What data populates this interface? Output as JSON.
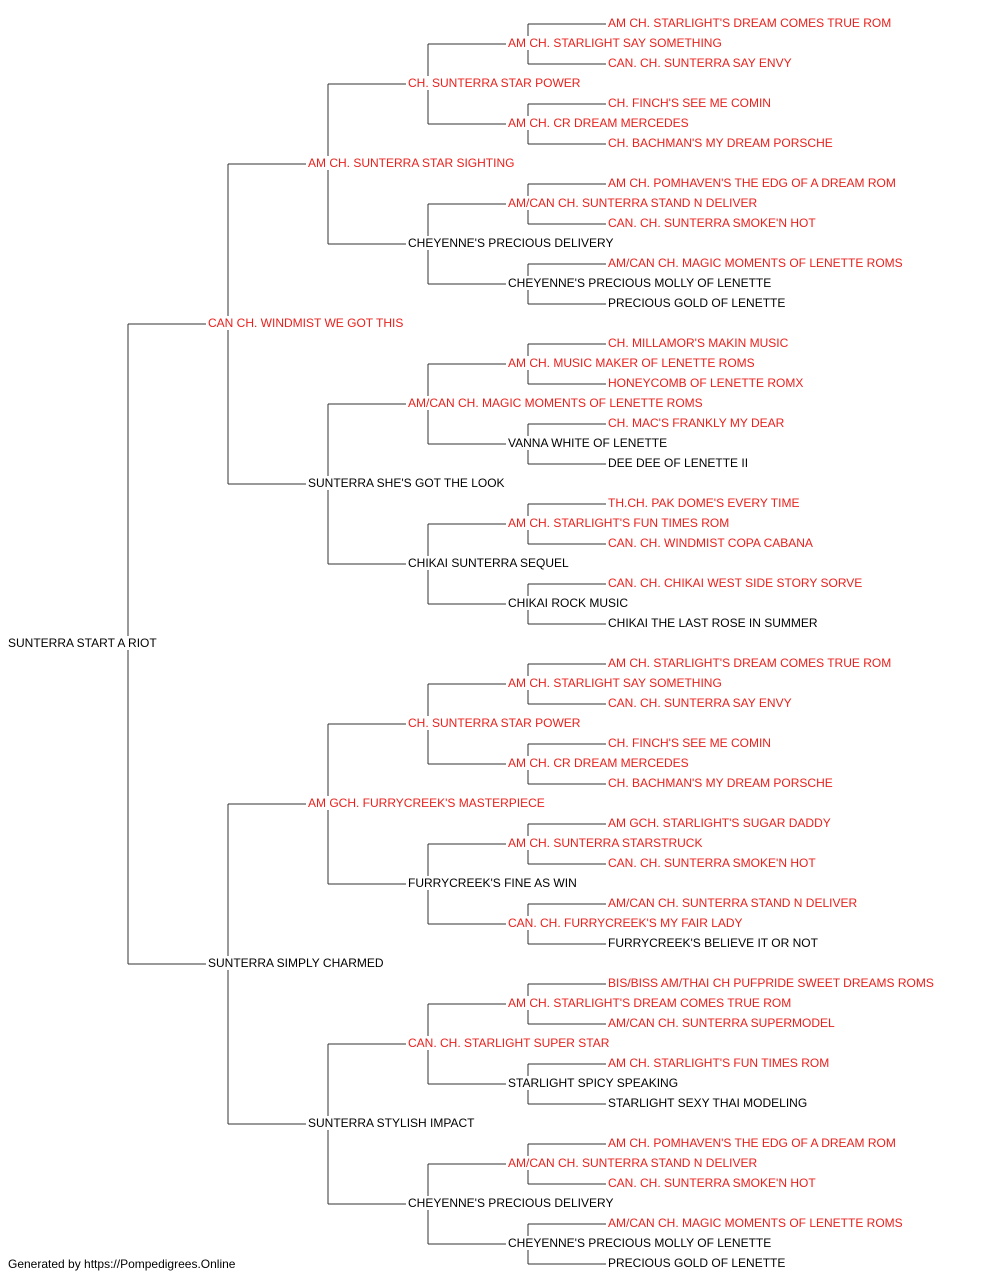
{
  "colors": {
    "champion": "#e8211d",
    "regular": "#000000",
    "line": "#333333"
  },
  "pedigree": {
    "name": "SUNTERRA START A RIOT",
    "ch": false,
    "sire": {
      "name": "CAN CH. WINDMIST WE GOT THIS",
      "ch": true,
      "sire": {
        "name": "AM CH. SUNTERRA STAR SIGHTING",
        "ch": true,
        "sire": {
          "name": "CH. SUNTERRA STAR POWER",
          "ch": true,
          "sire": {
            "name": "AM CH. STARLIGHT SAY SOMETHING",
            "ch": true,
            "sire": {
              "name": "AM CH. STARLIGHT'S DREAM COMES TRUE ROM",
              "ch": true
            },
            "dam": {
              "name": "CAN. CH. SUNTERRA SAY ENVY",
              "ch": true
            }
          },
          "dam": {
            "name": "AM CH. CR DREAM MERCEDES",
            "ch": true,
            "sire": {
              "name": "CH. FINCH'S SEE ME COMIN",
              "ch": true
            },
            "dam": {
              "name": "CH. BACHMAN'S MY DREAM PORSCHE",
              "ch": true
            }
          }
        },
        "dam": {
          "name": "CHEYENNE'S PRECIOUS DELIVERY",
          "ch": false,
          "sire": {
            "name": "AM/CAN CH. SUNTERRA STAND N DELIVER",
            "ch": true,
            "sire": {
              "name": "AM CH. POMHAVEN'S THE EDG OF A DREAM ROM",
              "ch": true
            },
            "dam": {
              "name": "CAN. CH. SUNTERRA SMOKE'N HOT",
              "ch": true
            }
          },
          "dam": {
            "name": "CHEYENNE'S PRECIOUS MOLLY OF LENETTE",
            "ch": false,
            "sire": {
              "name": "AM/CAN CH. MAGIC MOMENTS OF LENETTE ROMS",
              "ch": true
            },
            "dam": {
              "name": "PRECIOUS GOLD OF LENETTE",
              "ch": false
            }
          }
        }
      },
      "dam": {
        "name": "SUNTERRA SHE'S GOT THE LOOK",
        "ch": false,
        "sire": {
          "name": "AM/CAN CH. MAGIC MOMENTS OF LENETTE ROMS",
          "ch": true,
          "sire": {
            "name": "AM CH. MUSIC MAKER OF LENETTE ROMS",
            "ch": true,
            "sire": {
              "name": "CH. MILLAMOR'S MAKIN MUSIC",
              "ch": true
            },
            "dam": {
              "name": "HONEYCOMB OF LENETTE ROMX",
              "ch": true
            }
          },
          "dam": {
            "name": "VANNA WHITE OF LENETTE",
            "ch": false,
            "sire": {
              "name": "CH. MAC'S FRANKLY MY DEAR",
              "ch": true
            },
            "dam": {
              "name": "DEE DEE OF LENETTE II",
              "ch": false
            }
          }
        },
        "dam": {
          "name": "CHIKAI SUNTERRA SEQUEL",
          "ch": false,
          "sire": {
            "name": "AM CH. STARLIGHT'S FUN TIMES ROM",
            "ch": true,
            "sire": {
              "name": "TH.CH. PAK DOME'S EVERY TIME",
              "ch": true
            },
            "dam": {
              "name": "CAN. CH. WINDMIST COPA CABANA",
              "ch": true
            }
          },
          "dam": {
            "name": "CHIKAI ROCK MUSIC",
            "ch": false,
            "sire": {
              "name": "CAN. CH. CHIKAI WEST SIDE STORY SORVE",
              "ch": true
            },
            "dam": {
              "name": "CHIKAI THE LAST ROSE IN SUMMER",
              "ch": false
            }
          }
        }
      }
    },
    "dam": {
      "name": "SUNTERRA SIMPLY CHARMED",
      "ch": false,
      "sire": {
        "name": "AM GCH. FURRYCREEK'S MASTERPIECE",
        "ch": true,
        "sire": {
          "name": "CH. SUNTERRA STAR POWER",
          "ch": true,
          "sire": {
            "name": "AM CH. STARLIGHT SAY SOMETHING",
            "ch": true,
            "sire": {
              "name": "AM CH. STARLIGHT'S DREAM COMES TRUE ROM",
              "ch": true
            },
            "dam": {
              "name": "CAN. CH. SUNTERRA SAY ENVY",
              "ch": true
            }
          },
          "dam": {
            "name": "AM CH. CR DREAM MERCEDES",
            "ch": true,
            "sire": {
              "name": "CH. FINCH'S SEE ME COMIN",
              "ch": true
            },
            "dam": {
              "name": "CH. BACHMAN'S MY DREAM PORSCHE",
              "ch": true
            }
          }
        },
        "dam": {
          "name": "FURRYCREEK'S FINE AS WIN",
          "ch": false,
          "sire": {
            "name": "AM CH. SUNTERRA STARSTRUCK",
            "ch": true,
            "sire": {
              "name": "AM GCH. STARLIGHT'S SUGAR DADDY",
              "ch": true
            },
            "dam": {
              "name": "CAN. CH. SUNTERRA SMOKE'N HOT",
              "ch": true
            }
          },
          "dam": {
            "name": "CAN. CH. FURRYCREEK'S MY FAIR LADY",
            "ch": true,
            "sire": {
              "name": "AM/CAN CH. SUNTERRA STAND N DELIVER",
              "ch": true
            },
            "dam": {
              "name": "FURRYCREEK'S BELIEVE IT OR NOT",
              "ch": false
            }
          }
        }
      },
      "dam": {
        "name": "SUNTERRA STYLISH IMPACT",
        "ch": false,
        "sire": {
          "name": "CAN. CH. STARLIGHT SUPER STAR",
          "ch": true,
          "sire": {
            "name": "AM CH. STARLIGHT'S DREAM COMES TRUE ROM",
            "ch": true,
            "sire": {
              "name": "BIS/BISS AM/THAI CH PUFPRIDE SWEET DREAMS ROMS",
              "ch": true
            },
            "dam": {
              "name": "AM/CAN CH. SUNTERRA SUPERMODEL",
              "ch": true
            }
          },
          "dam": {
            "name": "STARLIGHT SPICY SPEAKING",
            "ch": false,
            "sire": {
              "name": "AM CH. STARLIGHT'S FUN TIMES ROM",
              "ch": true
            },
            "dam": {
              "name": "STARLIGHT SEXY THAI MODELING",
              "ch": false
            }
          }
        },
        "dam": {
          "name": "CHEYENNE'S PRECIOUS DELIVERY",
          "ch": false,
          "sire": {
            "name": "AM/CAN CH. SUNTERRA STAND N DELIVER",
            "ch": true,
            "sire": {
              "name": "AM CH. POMHAVEN'S THE EDG OF A DREAM ROM",
              "ch": true
            },
            "dam": {
              "name": "CAN. CH. SUNTERRA SMOKE'N HOT",
              "ch": true
            }
          },
          "dam": {
            "name": "CHEYENNE'S PRECIOUS MOLLY OF LENETTE",
            "ch": false,
            "sire": {
              "name": "AM/CAN CH. MAGIC MOMENTS OF LENETTE ROMS",
              "ch": true
            },
            "dam": {
              "name": "PRECIOUS GOLD OF LENETTE",
              "ch": false
            }
          }
        }
      }
    }
  },
  "footer": {
    "text": "Generated by https://Pompedigrees.Online"
  }
}
